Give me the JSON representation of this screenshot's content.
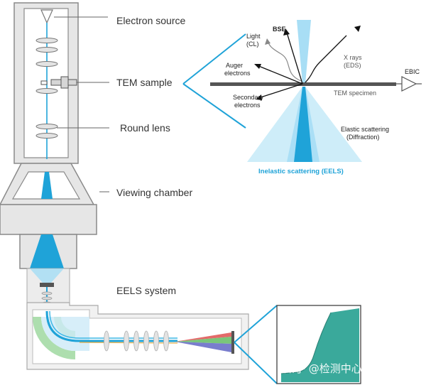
{
  "labels": {
    "electron_source": "Electron source",
    "tem_sample": "TEM sample",
    "round_lens": "Round lens",
    "viewing_chamber": "Viewing chamber",
    "eels_system": "EELS system"
  },
  "inset": {
    "light_line1": "Light",
    "light_line2": "(CL)",
    "bse": "BSE",
    "xrays_line1": "X rays",
    "xrays_line2": "(EDS)",
    "ebic": "EBIC",
    "auger_line1": "Auger",
    "auger_line2": "electrons",
    "tem_specimen": "TEM specimen",
    "secondary_line1": "Secondary",
    "secondary_line2": "electrons",
    "elastic_line1": "Elastic scattering",
    "elastic_line2": "(Diffraction)",
    "inelastic": "Inelastic scattering (EELS)"
  },
  "watermark": "知乎 @检测中心黄工",
  "colors": {
    "beam": "#1fa3d8",
    "light_beam": "#a8def5",
    "column_fill": "#e4e4e4",
    "outline": "#888888",
    "specimen": "#555555",
    "teal_spectrum": "#3aa99b"
  }
}
